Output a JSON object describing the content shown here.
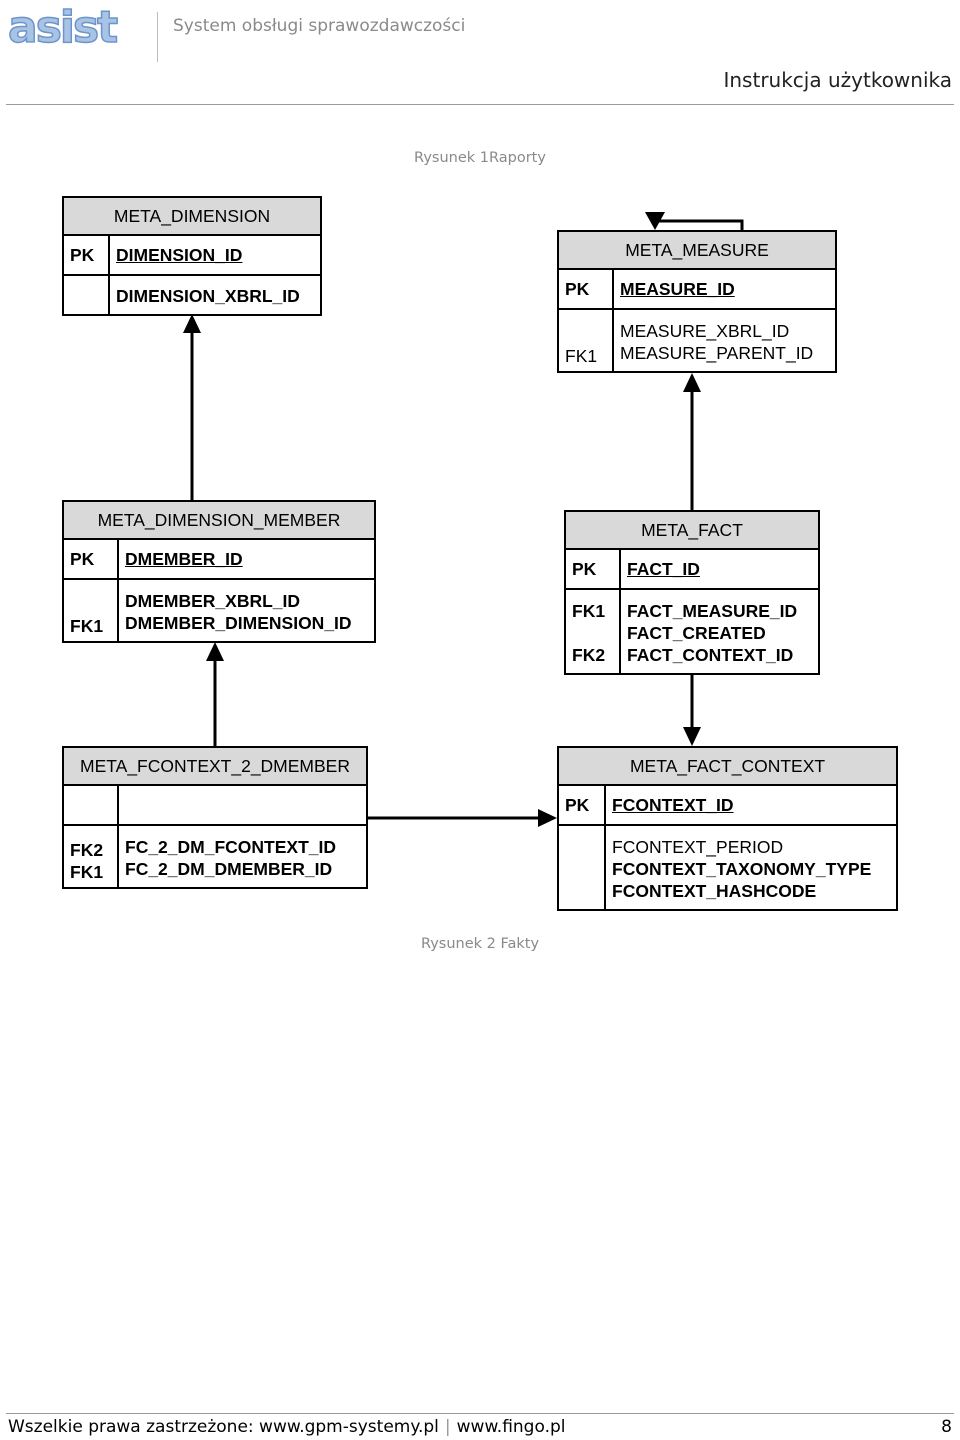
{
  "header": {
    "logo_text": "asist",
    "system_title": "System obsługi sprawozdawczości",
    "manual_title": "Instrukcja użytkownika"
  },
  "captions": {
    "figure1": "Rysunek 1Raporty",
    "figure2": "Rysunek 2 Fakty"
  },
  "entities": {
    "meta_dimension": {
      "title": "META_DIMENSION",
      "pk_label": "PK",
      "pk_field": "DIMENSION_ID",
      "fields": [
        "DIMENSION_XBRL_ID"
      ]
    },
    "meta_measure": {
      "title": "META_MEASURE",
      "pk_label": "PK",
      "pk_field": "MEASURE_ID",
      "fk_labels": [
        "FK1"
      ],
      "fields": [
        "MEASURE_XBRL_ID",
        "MEASURE_PARENT_ID"
      ]
    },
    "meta_dimension_member": {
      "title": "META_DIMENSION_MEMBER",
      "pk_label": "PK",
      "pk_field": "DMEMBER_ID",
      "fk_labels": [
        "FK1"
      ],
      "fields": [
        "DMEMBER_XBRL_ID",
        "DMEMBER_DIMENSION_ID"
      ]
    },
    "meta_fact": {
      "title": "META_FACT",
      "pk_label": "PK",
      "pk_field": "FACT_ID",
      "fk_labels": [
        "FK1",
        "FK2"
      ],
      "fields": [
        "FACT_MEASURE_ID",
        "FACT_CREATED",
        "FACT_CONTEXT_ID"
      ]
    },
    "meta_fcontext_2_dmember": {
      "title": "META_FCONTEXT_2_DMEMBER",
      "fk_labels": [
        "FK2",
        "FK1"
      ],
      "fields": [
        "FC_2_DM_FCONTEXT_ID",
        "FC_2_DM_DMEMBER_ID"
      ]
    },
    "meta_fact_context": {
      "title": "META_FACT_CONTEXT",
      "pk_label": "PK",
      "pk_field": "FCONTEXT_ID",
      "fields": [
        "FCONTEXT_PERIOD",
        "FCONTEXT_TAXONOMY_TYPE",
        "FCONTEXT_HASHCODE"
      ]
    }
  },
  "footer": {
    "rights": "Wszelkie prawa zastrzeżone: www.gpm-systemy.pl",
    "site": "www.fingo.pl",
    "page_number": "8"
  }
}
